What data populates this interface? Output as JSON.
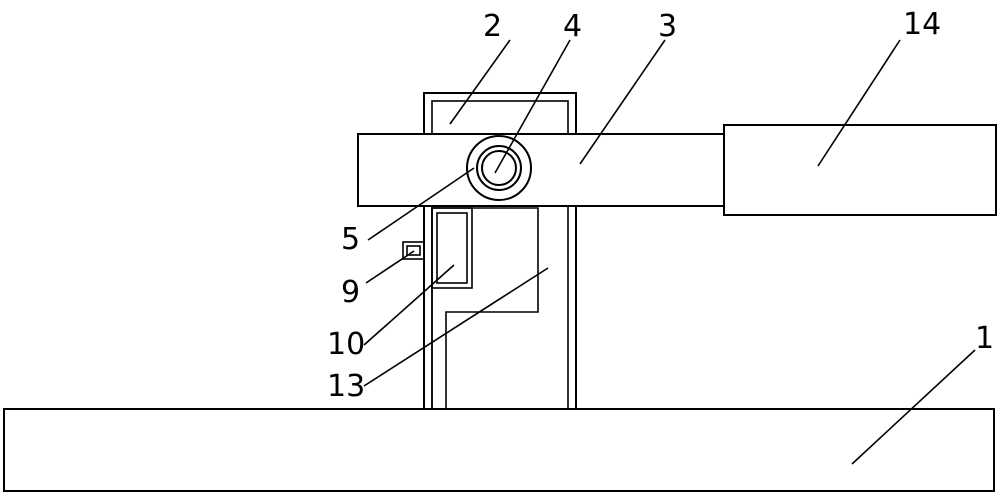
{
  "colors": {
    "stroke": "#000000",
    "background": "#ffffff"
  },
  "labels": {
    "base": "1",
    "frame": "2",
    "arm": "3",
    "pivot": "4",
    "bearing": "5",
    "knob": "9",
    "slot": "10",
    "channel": "13",
    "end_block": "14"
  }
}
